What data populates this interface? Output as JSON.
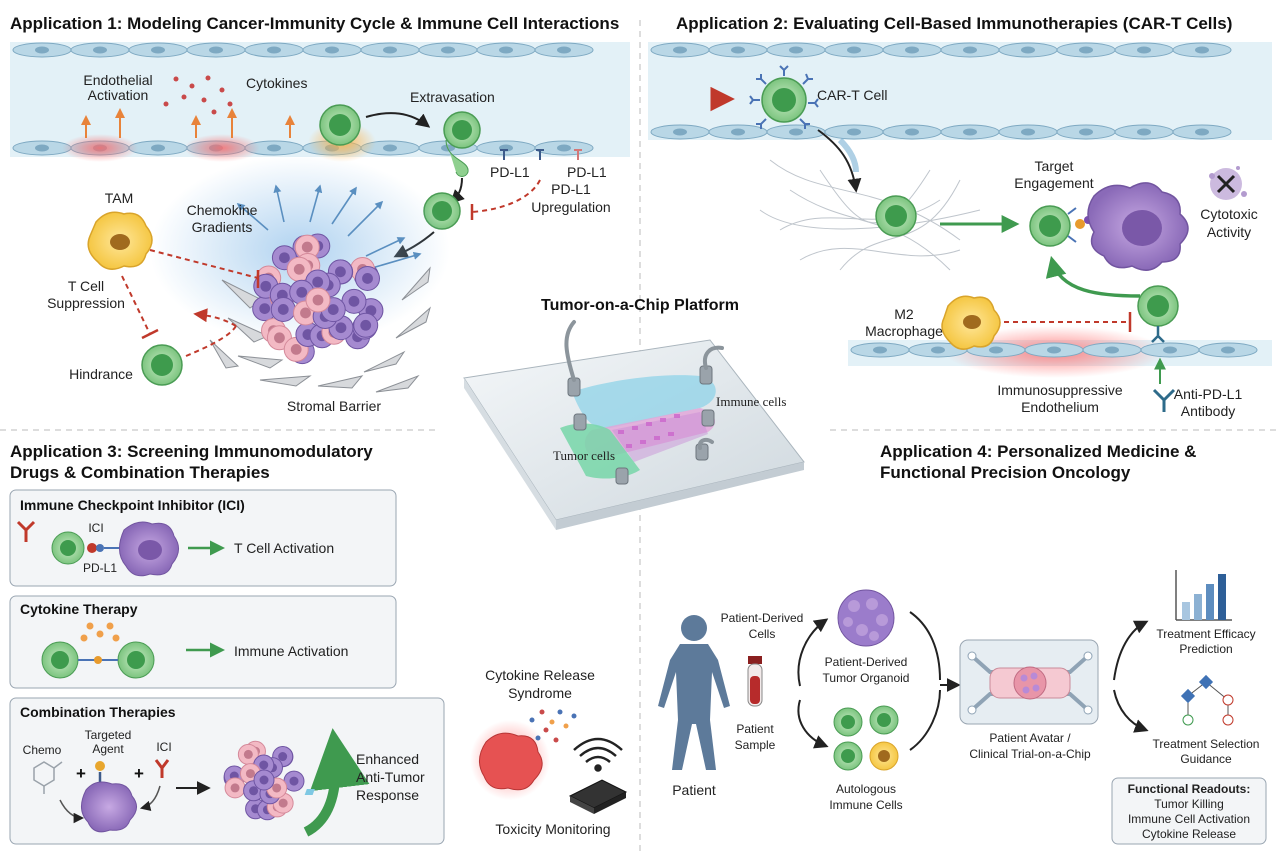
{
  "app1": {
    "title": "Application 1: Modeling Cancer-Immunity Cycle & Immune Cell Interactions",
    "endothelial_activation": [
      "Endothelial",
      "Activation"
    ],
    "cytokines": "Cytokines",
    "extravasation": "Extravasation",
    "pdl1_a": "PD-L1",
    "pdl1_b": "PD-L1",
    "pdl1_upregulation": [
      "PD-L1",
      "Upregulation"
    ],
    "tam": "TAM",
    "chemokine_gradients": [
      "Chemokine",
      "Gradients"
    ],
    "t_cell_suppression": [
      "T Cell",
      "Suppression"
    ],
    "hindrance": "Hindrance",
    "stromal_barrier": "Stromal Barrier"
  },
  "app2": {
    "title": "Application 2: Evaluating Cell-Based Immunotherapies (CAR-T Cells)",
    "car_t_cell": "CAR-T Cell",
    "target_engagement": [
      "Target",
      "Engagement"
    ],
    "cytotoxic_activity": [
      "Cytotoxic",
      "Activity"
    ],
    "m2_macrophage": [
      "M2",
      "Macrophage"
    ],
    "immunosuppressive_endothelium": [
      "Immunosuppressive",
      "Endothelium"
    ],
    "anti_pdl1_antibody": [
      "Anti-PD-L1",
      "Antibody"
    ]
  },
  "center": {
    "title": "Tumor-on-a-Chip Platform",
    "immune_cells": "Immune cells",
    "tumor_cells": "Tumor cells"
  },
  "app3": {
    "title": [
      "Application 3: Screening Immunomodulatory",
      "Drugs & Combination Therapies"
    ],
    "ici_box": {
      "title": "Immune Checkpoint Inhibitor (ICI)",
      "ici": "ICI",
      "pdl1": "PD-L1",
      "result": "T Cell Activation"
    },
    "cytokine_box": {
      "title": "Cytokine Therapy",
      "result": "Immune Activation"
    },
    "combo_box": {
      "title": "Combination Therapies",
      "chemo": "Chemo",
      "targeted_agent": [
        "Targeted",
        "Agent"
      ],
      "ici": "ICI",
      "plus": "+",
      "result": [
        "Enhanced",
        "Anti-Tumor",
        "Response"
      ]
    }
  },
  "tox": {
    "crs": [
      "Cytokine Release",
      "Syndrome"
    ],
    "monitoring": "Toxicity Monitoring"
  },
  "app4": {
    "title": [
      "Application 4: Personalized Medicine &",
      "Functional Precision Oncology"
    ],
    "patient": "Patient",
    "patient_sample": [
      "Patient",
      "Sample"
    ],
    "patient_derived_cells": [
      "Patient-Derived",
      "Cells"
    ],
    "organoid": [
      "Patient-Derived",
      "Tumor Organoid"
    ],
    "autologous": [
      "Autologous",
      "Immune Cells"
    ],
    "avatar": [
      "Patient Avatar /",
      "Clinical Trial-on-a-Chip"
    ],
    "efficacy": [
      "Treatment Efficacy",
      "Prediction"
    ],
    "selection": [
      "Treatment Selection",
      "Guidance"
    ],
    "readouts_title": "Functional Readouts:",
    "readouts": [
      "Tumor Killing",
      "Immune Cell Activation",
      "Cytokine Release"
    ]
  },
  "colors": {
    "vessel": "#d8ebf3",
    "endo_cell": "#b9d7e6",
    "tcell": "#8fd08f",
    "tcell_core": "#3e9b4d",
    "tumor_purple": "#8b6fb8",
    "tumor_pink": "#f0a8b8",
    "inhibit_red": "#c0392b",
    "arrow_green": "#3f9a4f",
    "box_bg": "#f3f5f7",
    "box_border": "#9aa6b2"
  }
}
